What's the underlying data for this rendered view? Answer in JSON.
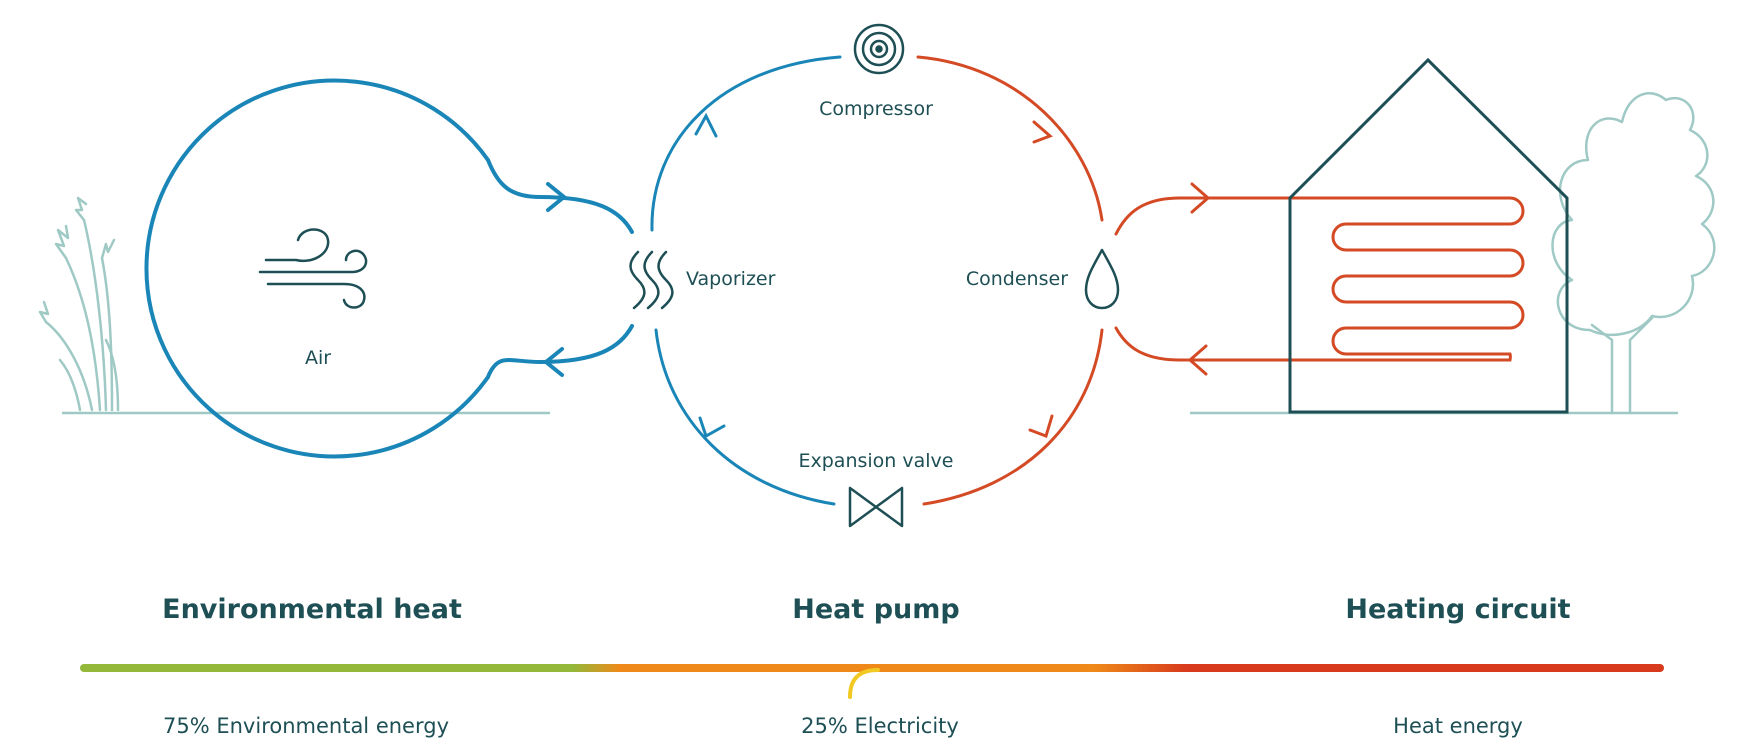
{
  "labels": {
    "air": "Air",
    "vaporizer": "Vaporizer",
    "compressor": "Compressor",
    "condenser": "Condenser",
    "expansion_valve": "Expansion valve"
  },
  "sections": {
    "environmental_heat": "Environmental heat",
    "heat_pump": "Heat pump",
    "heating_circuit": "Heating circuit"
  },
  "energy": {
    "environmental": "75% Environmental energy",
    "electricity": "25% Electricity",
    "heat": "Heat energy"
  },
  "colors": {
    "cold": "#1a86b8",
    "hot": "#d44a25",
    "dark": "#1d4f55",
    "light": "#9fc9c4",
    "green": "#93b83a",
    "orange": "#ef8a1a",
    "red": "#d73a1c",
    "yellow": "#f1c922"
  }
}
